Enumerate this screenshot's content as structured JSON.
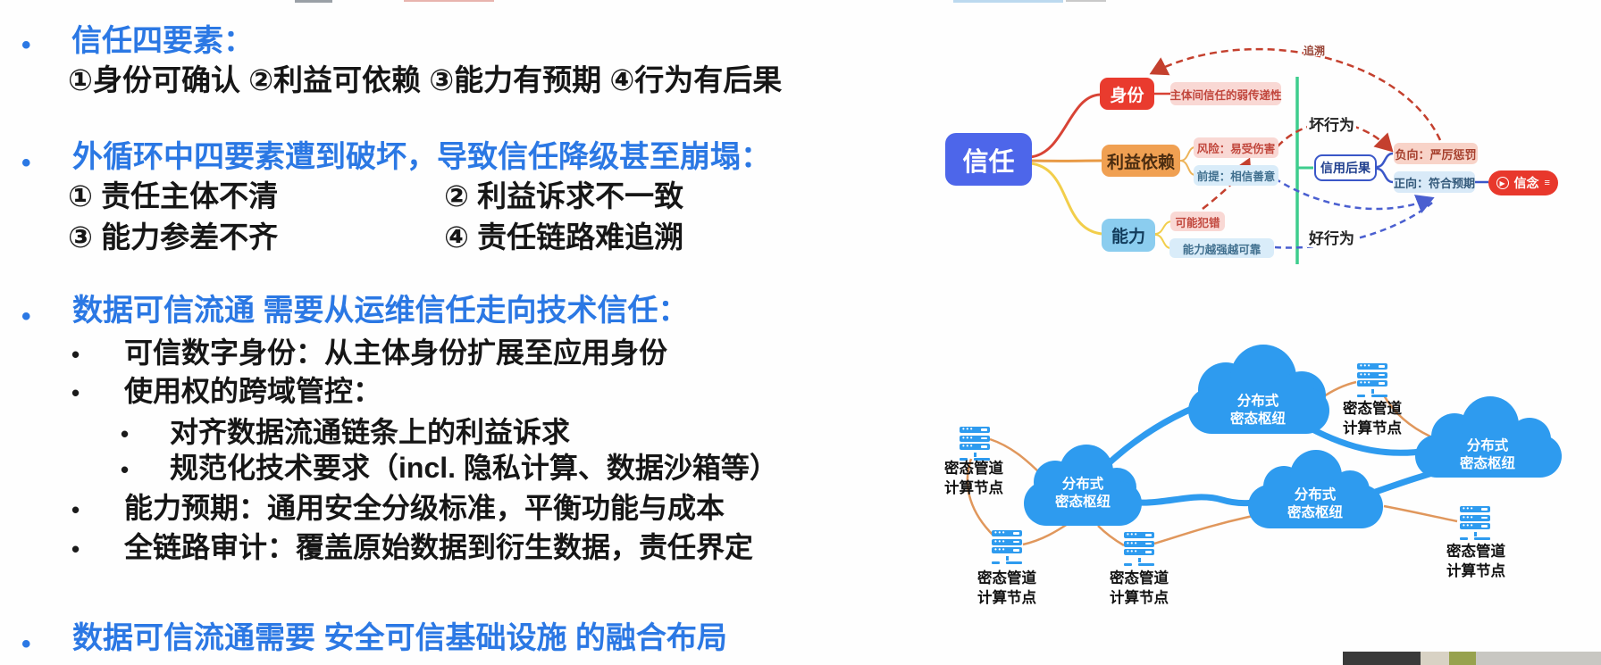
{
  "left": {
    "bullet_glyph": "•",
    "h1": "信任四要素：",
    "h1_body": "①身份可确认 ②利益可依赖 ③能力有预期 ④行为有后果",
    "h2": "外循环中四要素遭到破坏，导致信任降级甚至崩塌：",
    "h2_items": [
      "① 责任主体不清",
      "② 利益诉求不一致",
      "③ 能力参差不齐",
      "④ 责任链路难追溯"
    ],
    "h3": "数据可信流通 需要从运维信任走向技术信任：",
    "h3_sub1": "可信数字身份：从主体身份扩展至应用身份",
    "h3_sub2": "使用权的跨域管控：",
    "h3_sub2a": "对齐数据流通链条上的利益诉求",
    "h3_sub2b": "规范化技术要求（incl. 隐私计算、数据沙箱等）",
    "h3_sub3": "能力预期：通用安全分级标准，平衡功能与成本",
    "h3_sub4": "全链路审计：覆盖原始数据到衍生数据，责任界定",
    "h4": "数据可信流通需要 安全可信基础设施 的融合布局"
  },
  "mindmap": {
    "root": "信任",
    "identity": "身份",
    "identity_note": "主体间信任的弱传递性",
    "interest": "利益依赖",
    "interest_risk": "风险：易受伤害",
    "interest_premise": "前提：相信善意",
    "ability": "能力",
    "ability_err": "可能犯错",
    "ability_strong": "能力越强越可靠",
    "consequence": "信用后果",
    "negative": "负向：严厉惩罚",
    "positive": "正向：符合预期",
    "belief": "信念",
    "belief_menu_glyph": "≡",
    "belief_play_glyph": "▶",
    "label_trace": "追溯",
    "label_bad": "坏行为",
    "label_good": "好行为"
  },
  "network": {
    "cloud_line1": "分布式",
    "cloud_line2": "密态枢纽",
    "node_line1": "密态管道",
    "node_line2": "计算节点"
  },
  "colors": {
    "heading_blue": "#2b78e4",
    "root_blue": "#4d66ea",
    "identity_red": "#e93b2e",
    "interest_orange": "#f0a052",
    "ability_cyan": "#8bcdef",
    "note_pink": "#f9d8d4",
    "note_blue": "#d9ecf9",
    "green_divider": "#3ecd8e",
    "belief_red": "#e8382c",
    "cloud_blue": "#2e9bef",
    "link_orange": "#e0975c",
    "dashed_red": "#c4402e",
    "dashed_blue": "#4a5fd0"
  }
}
